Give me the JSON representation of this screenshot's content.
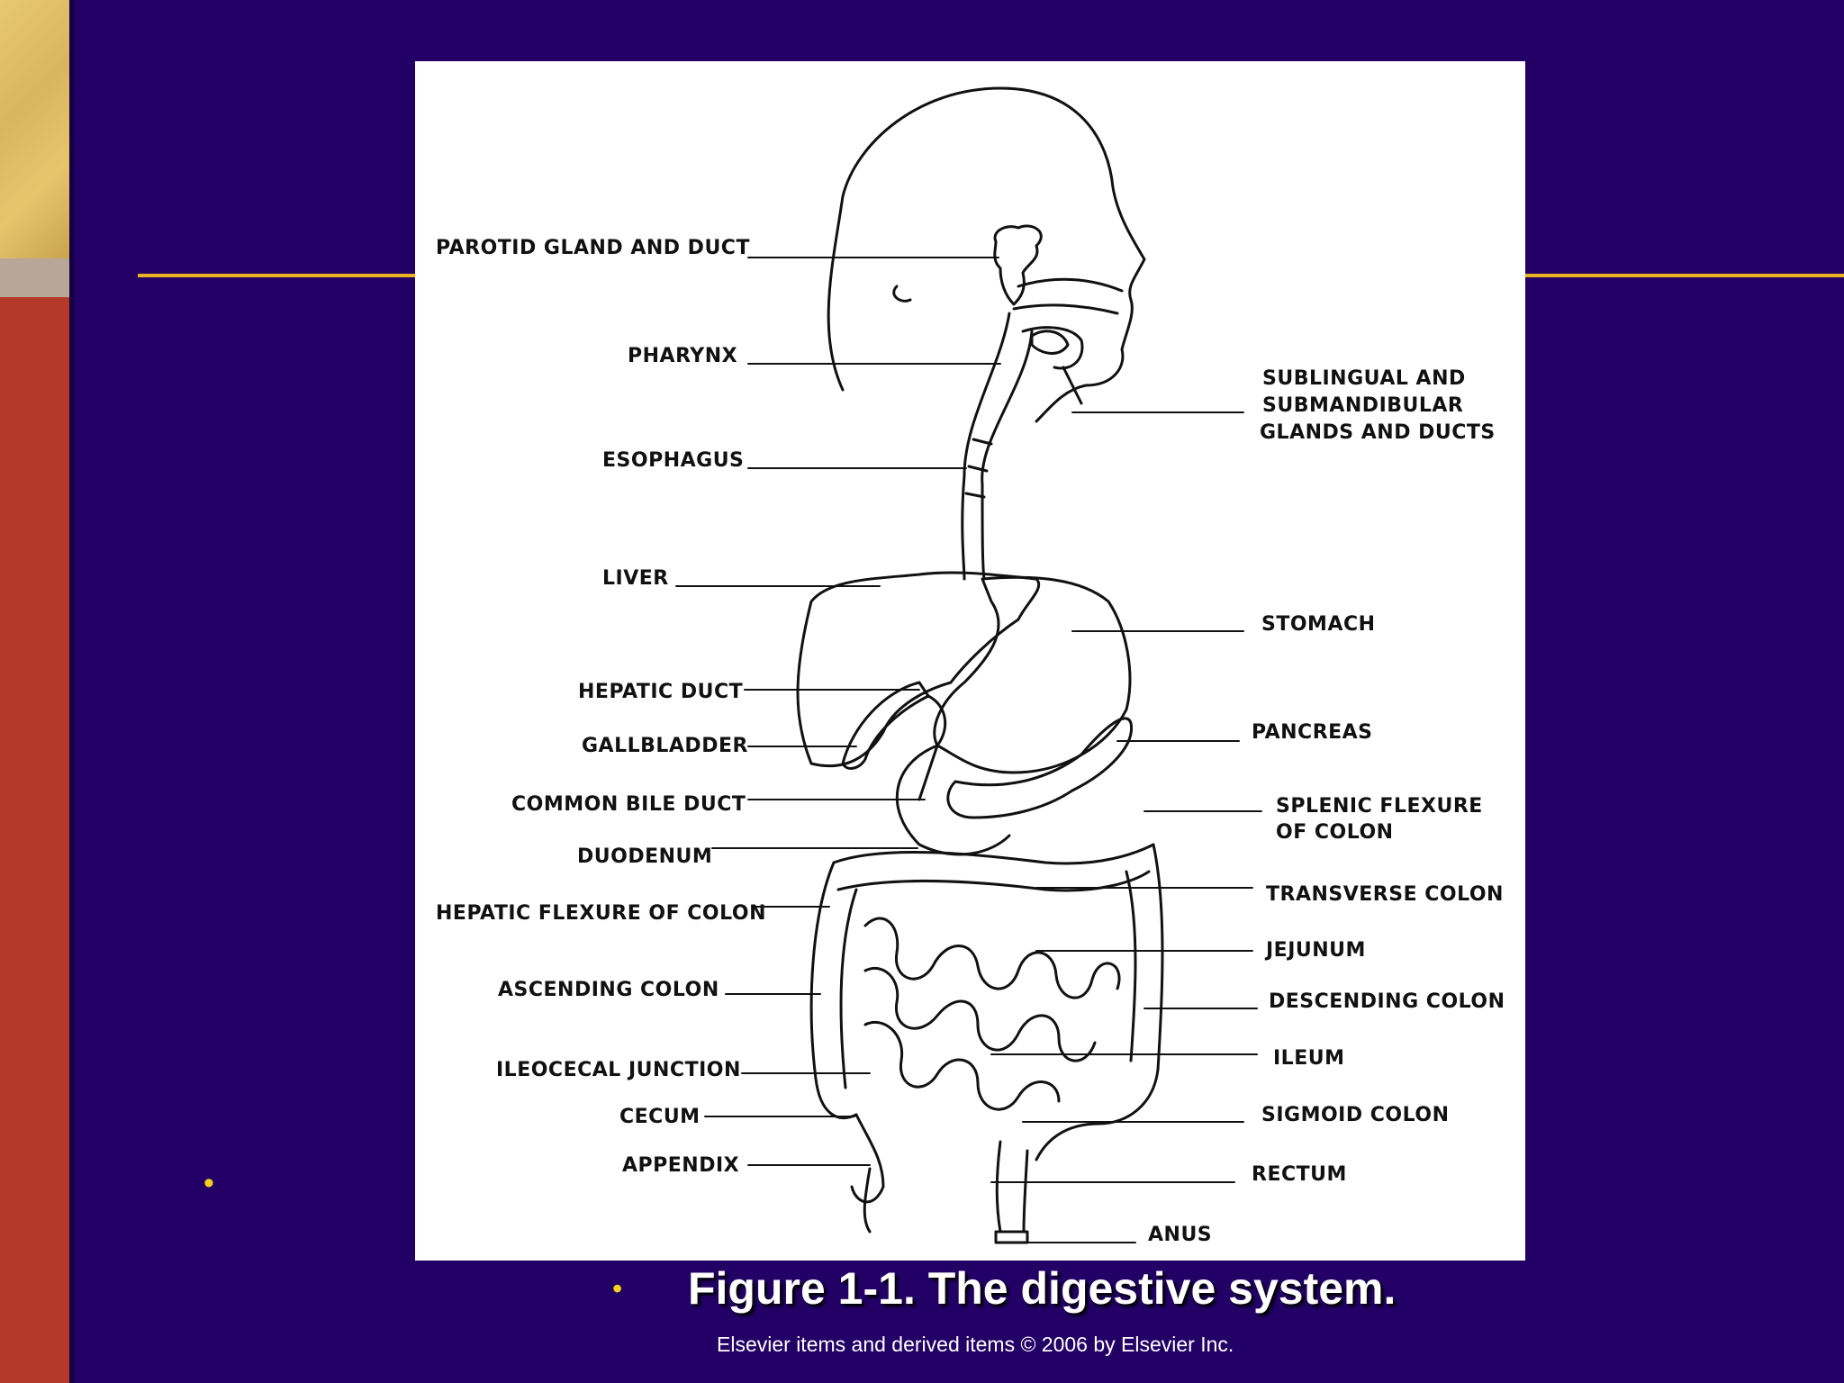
{
  "slide": {
    "left_bullet": "•",
    "caption_bullet": "•",
    "caption": "Figure 1-1. The digestive system.",
    "copyright": "Elsevier items and derived items © 2006 by Elsevier Inc."
  },
  "diagram": {
    "labels": {
      "parotid": "PAROTID GLAND AND DUCT",
      "pharynx": "PHARYNX",
      "esophagus": "ESOPHAGUS",
      "liver": "LIVER",
      "hepatic_duct": "HEPATIC DUCT",
      "gallbladder": "GALLBLADDER",
      "common_bile_duct": "COMMON BILE DUCT",
      "duodenum": "DUODENUM",
      "hepatic_flexure": "HEPATIC FLEXURE OF COLON",
      "ascending_colon": "ASCENDING COLON",
      "ileocecal": "ILEOCECAL JUNCTION",
      "cecum": "CECUM",
      "appendix": "APPENDIX",
      "sublingual_1": "SUBLINGUAL AND",
      "sublingual_2": "SUBMANDIBULAR",
      "sublingual_3": "GLANDS AND DUCTS",
      "stomach": "STOMACH",
      "pancreas": "PANCREAS",
      "splenic_1": "SPLENIC  FLEXURE",
      "splenic_2": "OF  COLON",
      "transverse": "TRANSVERSE COLON",
      "jejunum": "JEJUNUM",
      "descending": "DESCENDING COLON",
      "ileum": "ILEUM",
      "sigmoid": "SIGMOID COLON",
      "rectum": "RECTUM",
      "anus": "ANUS"
    }
  },
  "colors": {
    "background": "#220066",
    "accent_rule": "#e8b21f",
    "bullet": "#f2d21a",
    "stripe_gold": "#e8c872",
    "stripe_red": "#b5392a"
  }
}
